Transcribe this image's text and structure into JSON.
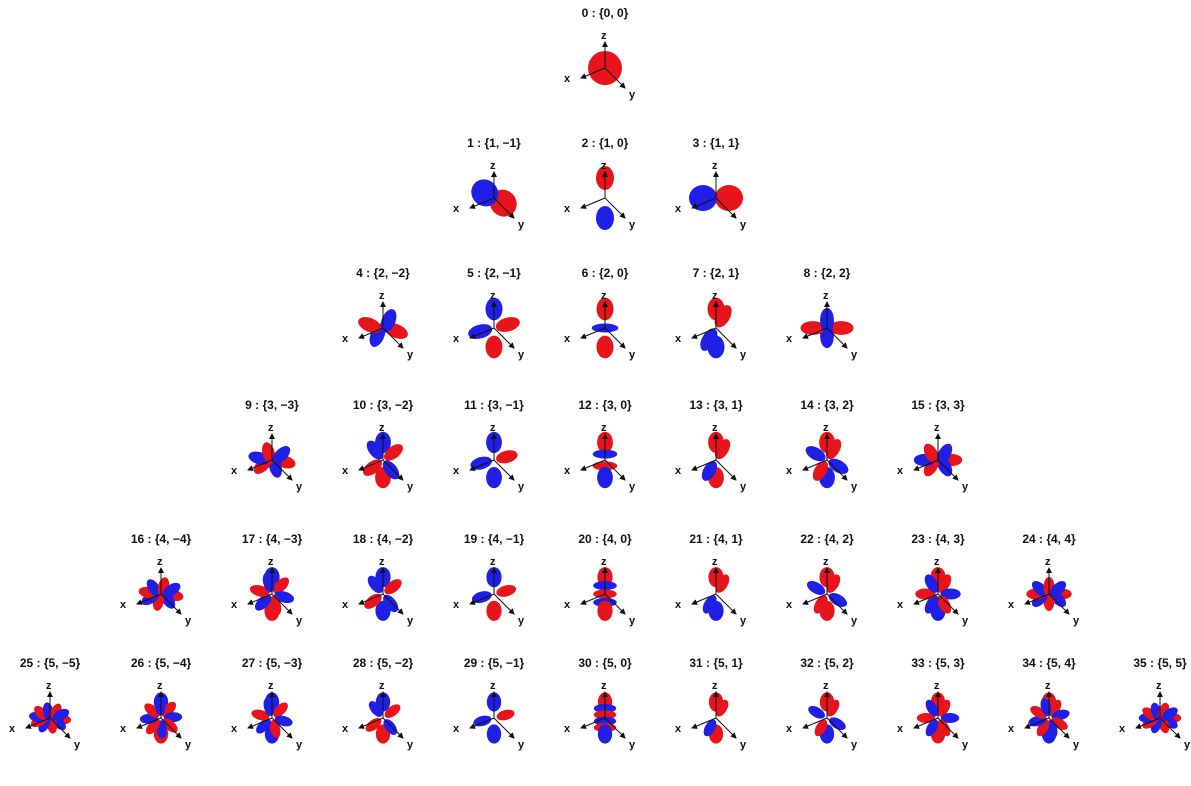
{
  "diagram": {
    "type": "spherical-harmonics-grid",
    "axis_labels": {
      "x": "x",
      "y": "y",
      "z": "z"
    },
    "colors": {
      "positive": "#e8141c",
      "negative": "#1f1fe6"
    },
    "rows": [
      [
        {
          "index": 0,
          "label": "0 : {0, 0}",
          "l": 0,
          "m": 0
        }
      ],
      [
        {
          "index": 1,
          "label": "1 : {1, −1}",
          "l": 1,
          "m": -1
        },
        {
          "index": 2,
          "label": "2 : {1, 0}",
          "l": 1,
          "m": 0
        },
        {
          "index": 3,
          "label": "3 : {1, 1}",
          "l": 1,
          "m": 1
        }
      ],
      [
        {
          "index": 4,
          "label": "4 : {2, −2}",
          "l": 2,
          "m": -2
        },
        {
          "index": 5,
          "label": "5 : {2, −1}",
          "l": 2,
          "m": -1
        },
        {
          "index": 6,
          "label": "6 : {2, 0}",
          "l": 2,
          "m": 0
        },
        {
          "index": 7,
          "label": "7 : {2, 1}",
          "l": 2,
          "m": 1
        },
        {
          "index": 8,
          "label": "8 : {2, 2}",
          "l": 2,
          "m": 2
        }
      ],
      [
        {
          "index": 9,
          "label": "9 : {3, −3}",
          "l": 3,
          "m": -3
        },
        {
          "index": 10,
          "label": "10 : {3, −2}",
          "l": 3,
          "m": -2
        },
        {
          "index": 11,
          "label": "11 : {3, −1}",
          "l": 3,
          "m": -1
        },
        {
          "index": 12,
          "label": "12 : {3, 0}",
          "l": 3,
          "m": 0
        },
        {
          "index": 13,
          "label": "13 : {3, 1}",
          "l": 3,
          "m": 1
        },
        {
          "index": 14,
          "label": "14 : {3, 2}",
          "l": 3,
          "m": 2
        },
        {
          "index": 15,
          "label": "15 : {3, 3}",
          "l": 3,
          "m": 3
        }
      ],
      [
        {
          "index": 16,
          "label": "16 : {4, −4}",
          "l": 4,
          "m": -4
        },
        {
          "index": 17,
          "label": "17 : {4, −3}",
          "l": 4,
          "m": -3
        },
        {
          "index": 18,
          "label": "18 : {4, −2}",
          "l": 4,
          "m": -2
        },
        {
          "index": 19,
          "label": "19 : {4, −1}",
          "l": 4,
          "m": -1
        },
        {
          "index": 20,
          "label": "20 : {4, 0}",
          "l": 4,
          "m": 0
        },
        {
          "index": 21,
          "label": "21 : {4, 1}",
          "l": 4,
          "m": 1
        },
        {
          "index": 22,
          "label": "22 : {4, 2}",
          "l": 4,
          "m": 2
        },
        {
          "index": 23,
          "label": "23 : {4, 3}",
          "l": 4,
          "m": 3
        },
        {
          "index": 24,
          "label": "24 : {4, 4}",
          "l": 4,
          "m": 4
        }
      ],
      [
        {
          "index": 25,
          "label": "25 : {5, −5}",
          "l": 5,
          "m": -5
        },
        {
          "index": 26,
          "label": "26 : {5, −4}",
          "l": 5,
          "m": -4
        },
        {
          "index": 27,
          "label": "27 : {5, −3}",
          "l": 5,
          "m": -3
        },
        {
          "index": 28,
          "label": "28 : {5, −2}",
          "l": 5,
          "m": -2
        },
        {
          "index": 29,
          "label": "29 : {5, −1}",
          "l": 5,
          "m": -1
        },
        {
          "index": 30,
          "label": "30 : {5, 0}",
          "l": 5,
          "m": 0
        },
        {
          "index": 31,
          "label": "31 : {5, 1}",
          "l": 5,
          "m": 1
        },
        {
          "index": 32,
          "label": "32 : {5, 2}",
          "l": 5,
          "m": 2
        },
        {
          "index": 33,
          "label": "33 : {5, 3}",
          "l": 5,
          "m": 3
        },
        {
          "index": 34,
          "label": "34 : {5, 4}",
          "l": 5,
          "m": 4
        },
        {
          "index": 35,
          "label": "35 : {5, 5}",
          "l": 5,
          "m": 5
        }
      ]
    ]
  }
}
